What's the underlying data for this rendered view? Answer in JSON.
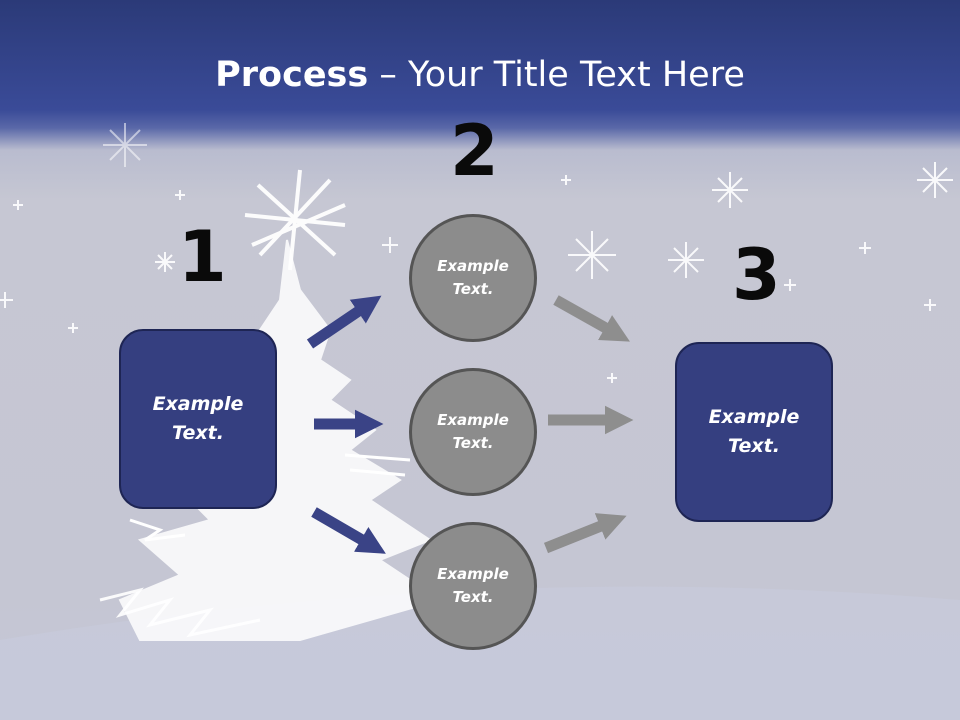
{
  "title": {
    "bold": "Process",
    "rest": " – Your Title Text Here"
  },
  "steps": {
    "one": "1",
    "two": "2",
    "three": "3"
  },
  "boxes": {
    "left": "Example Text.",
    "right": "Example Text."
  },
  "circles": {
    "top": "Example Text.",
    "middle": "Example Text.",
    "bottom": "Example Text."
  },
  "colors": {
    "box_fill": "#353f80",
    "circle_fill": "#8c8c8c",
    "blue_arrow": "#3a4386",
    "gray_arrow": "#8e8e8e"
  }
}
